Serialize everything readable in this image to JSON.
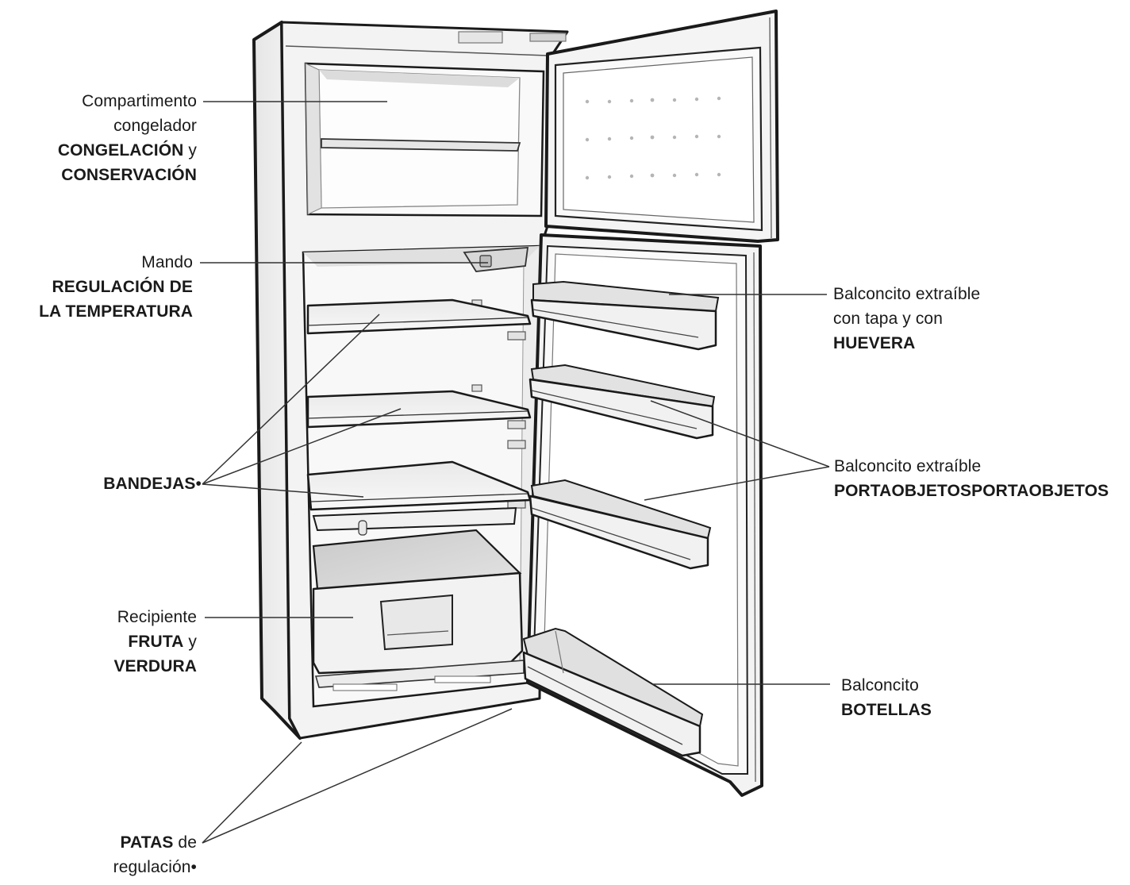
{
  "colors": {
    "ink": "#1a1a1a",
    "cabinet": "#f2f2f2",
    "interior": "#f7f7f7",
    "shade": "#d9d9d9",
    "dark": "#b5b5b5",
    "leader": "#333333"
  },
  "labels": {
    "freezer": {
      "line1": "Compartimento",
      "line2": "congelador",
      "line3_bold": "CONGELACIÓN",
      "line3_rest": " y",
      "line4_bold": "CONSERVACIÓN"
    },
    "thermostat": {
      "line1": "Mando",
      "line2_bold": "REGULACIÓN DE",
      "line3_bold": "LA TEMPERATURA"
    },
    "shelves": {
      "line1_bold": "BANDEJAS",
      "line1_rest": "•"
    },
    "crisper": {
      "line1": "Recipiente",
      "line2_bold": "FRUTA",
      "line2_rest": " y",
      "line3_bold": "VERDURA"
    },
    "feet": {
      "line1_bold": "PATAS",
      "line1_rest": " de",
      "line2": "regulación•"
    },
    "egg_shelf": {
      "line1": "Balconcito extraíble",
      "line2": "con tapa y con",
      "line3_bold": "HUEVERA"
    },
    "object_shelf": {
      "line1": "Balconcito extraíble",
      "line2_bold": "PORTAOBJETOSPORTAOBJETOS"
    },
    "bottle_shelf": {
      "line1": "Balconcito",
      "line2_bold": "BOTELLAS"
    }
  }
}
